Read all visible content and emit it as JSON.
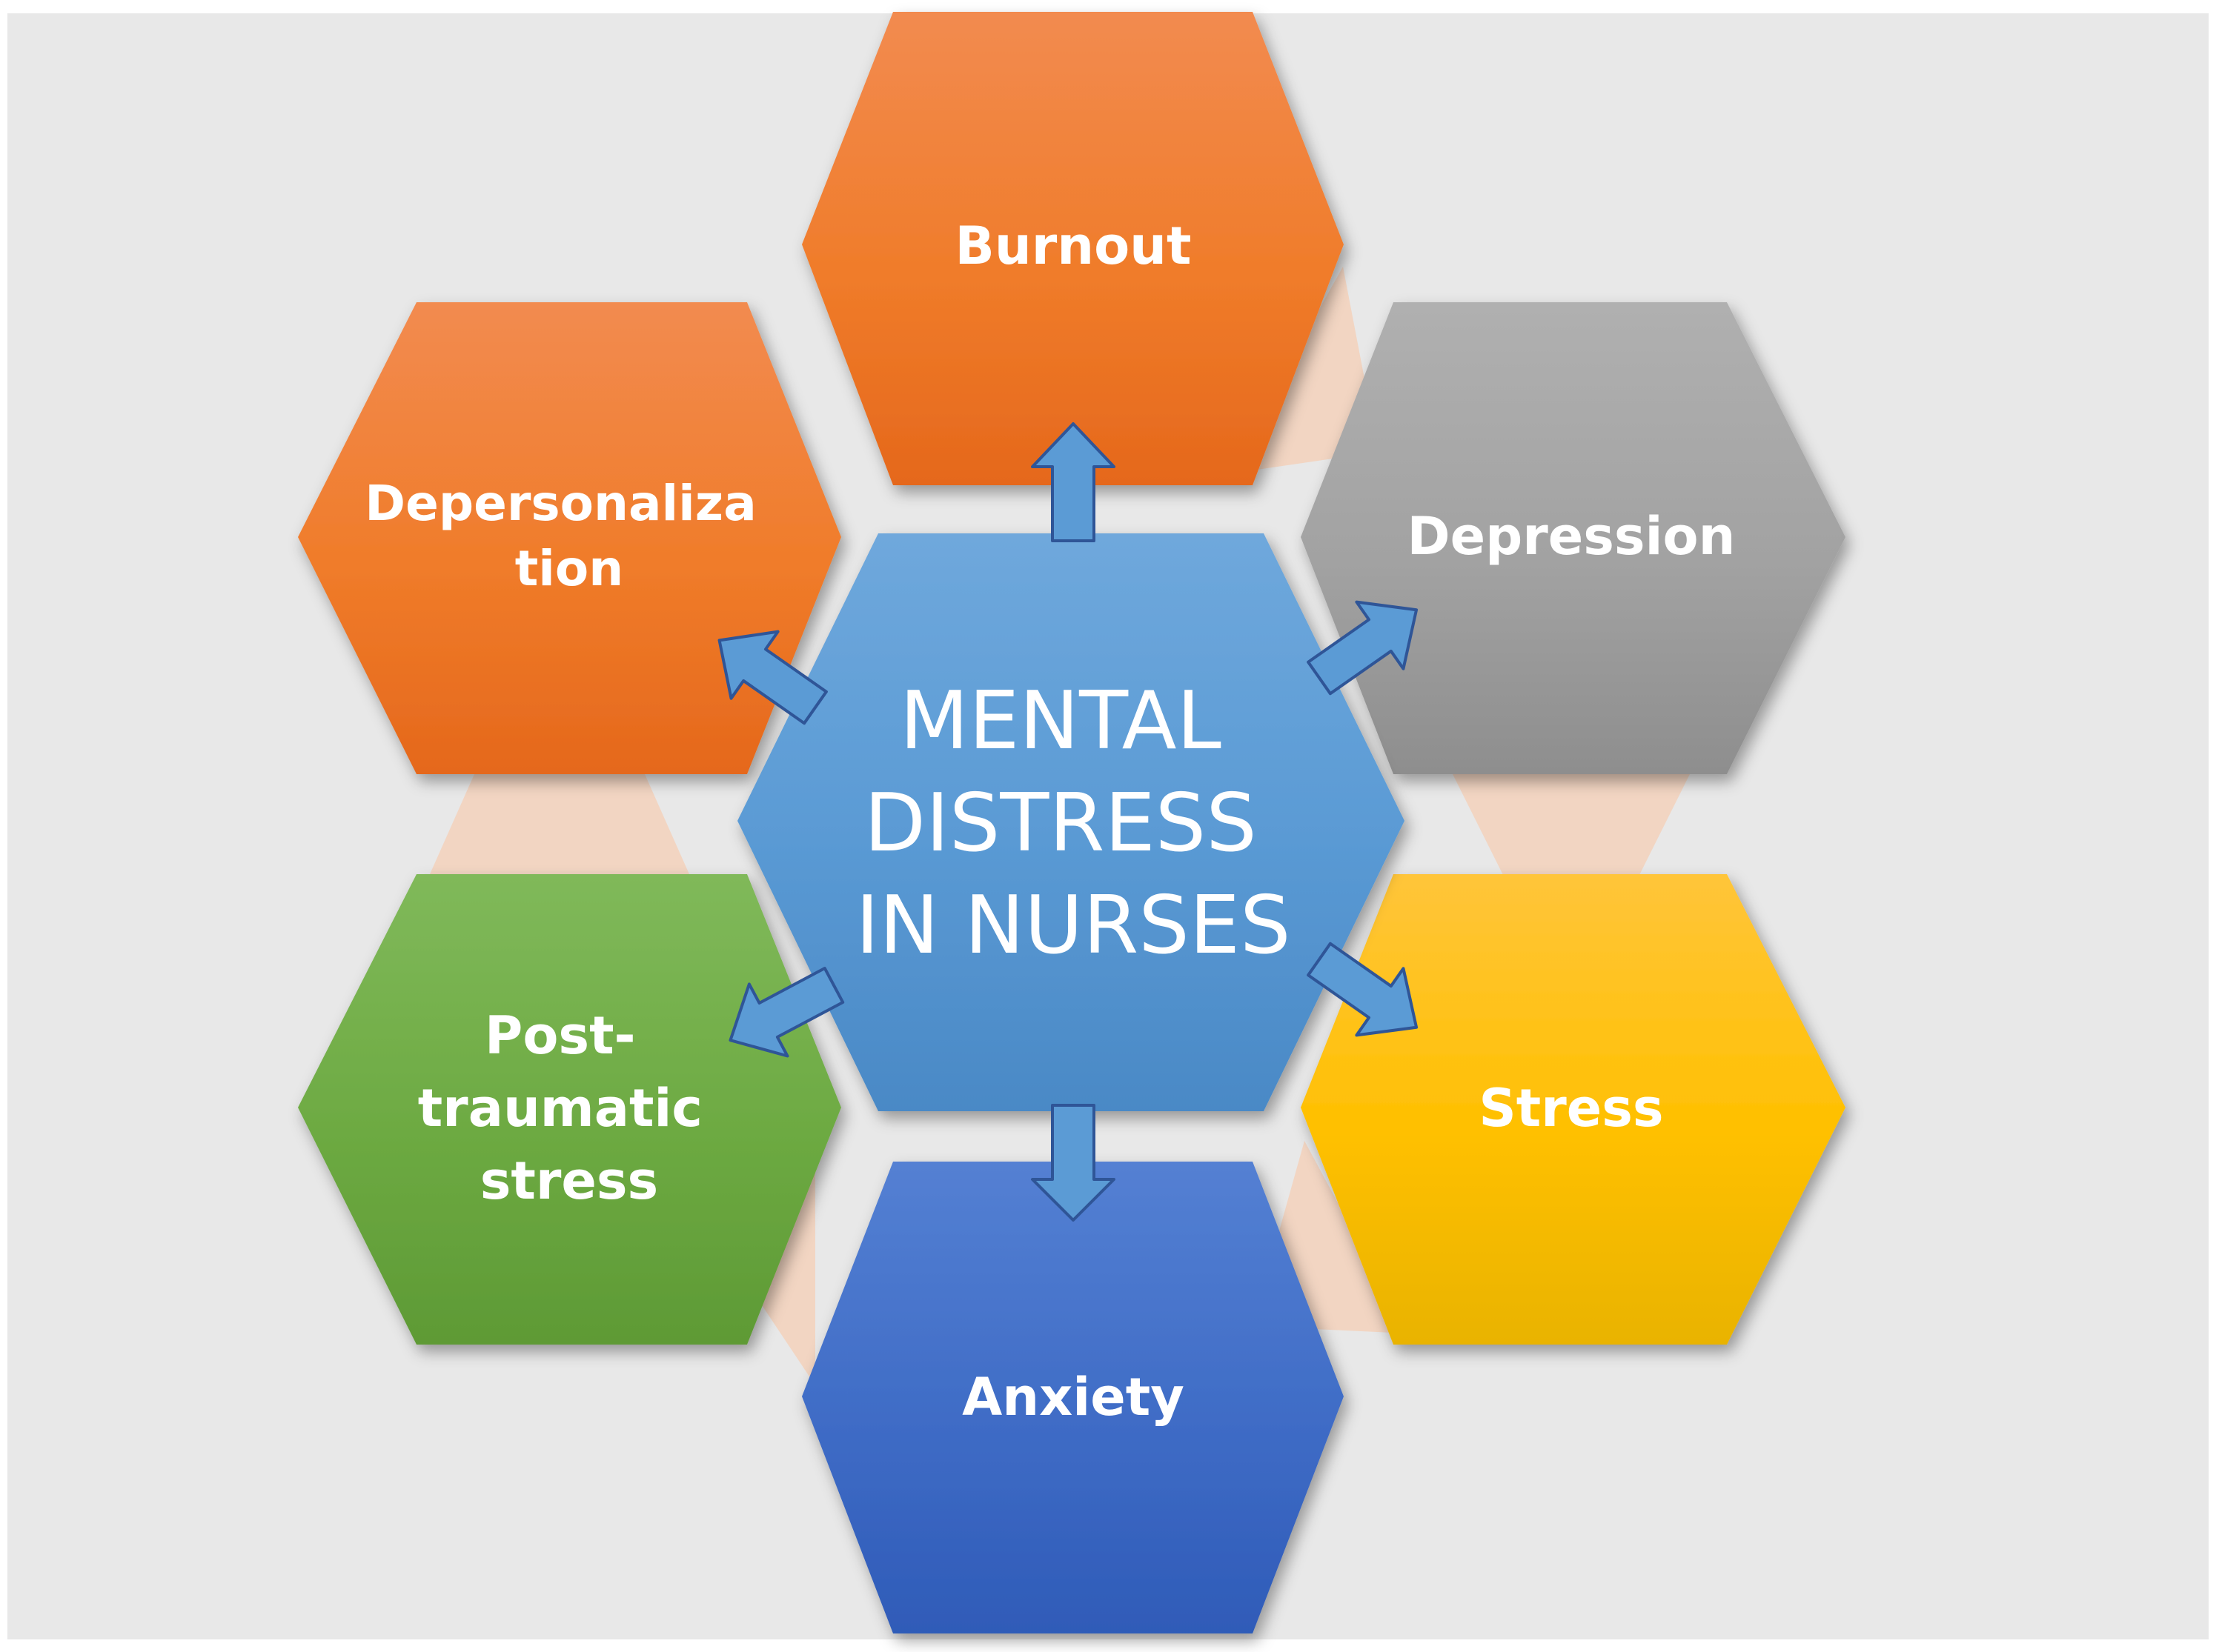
{
  "center": {
    "lines": [
      "MENTAL",
      "DISTRESS",
      "IN NURSES"
    ],
    "color": "#5B9BD5"
  },
  "nodes": [
    {
      "id": "burnout",
      "lines": [
        "Burnout"
      ],
      "color": "#ED7D31"
    },
    {
      "id": "depression",
      "lines": [
        "Depression"
      ],
      "color": "#A5A5A5"
    },
    {
      "id": "stress",
      "lines": [
        "Stress"
      ],
      "color": "#FFC000"
    },
    {
      "id": "anxiety",
      "lines": [
        "Anxiety"
      ],
      "color": "#4472C4"
    },
    {
      "id": "post-traumatic-stress",
      "lines": [
        "Post-",
        "traumatic",
        "stress"
      ],
      "color": "#70AD47"
    },
    {
      "id": "depersonalization",
      "lines": [
        "Depersonaliza",
        "tion"
      ],
      "color": "#ED7D31"
    }
  ],
  "colors": {
    "background": "#E8E8E8",
    "arrow_fill": "#5B9BD5",
    "arrow_stroke": "#2F5597",
    "connector": "#F8CBAD"
  }
}
